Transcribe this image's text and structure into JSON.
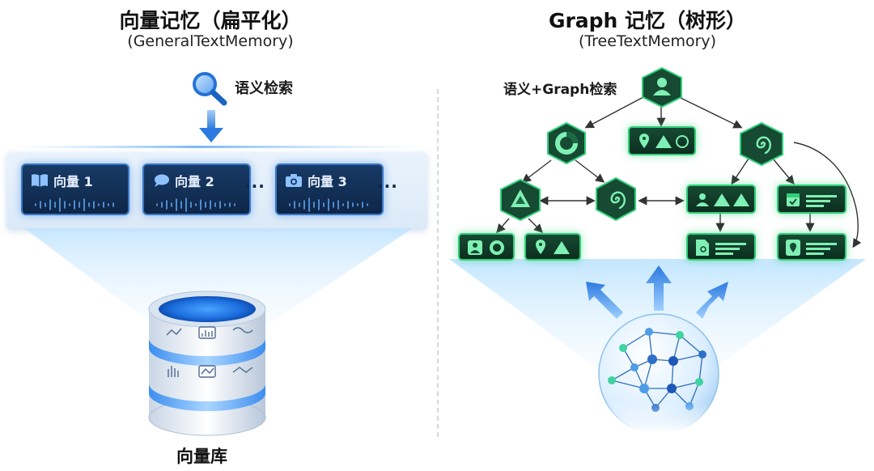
{
  "left": {
    "title": "向量记忆（扁平化）",
    "subtitle": "(GeneralTextMemory)",
    "search_label": "语义检索",
    "cards": [
      {
        "label": "向量 1",
        "icon": "book-icon"
      },
      {
        "label": "向量 2",
        "icon": "chat-bubble-icon"
      },
      {
        "label": "向量 3",
        "icon": "camera-icon"
      }
    ],
    "ellipsis": "···",
    "db_label": "向量库"
  },
  "right": {
    "title": "Graph 记忆（树形）",
    "subtitle": "(TreeTextMemory)",
    "search_label": "语义+Graph检索"
  },
  "colors": {
    "vector_card": "#183a66",
    "vector_glow": "#3a78c8",
    "graph_node": "#164a32",
    "graph_glow": "#2fd07a",
    "divider": "#cfd8e3"
  }
}
